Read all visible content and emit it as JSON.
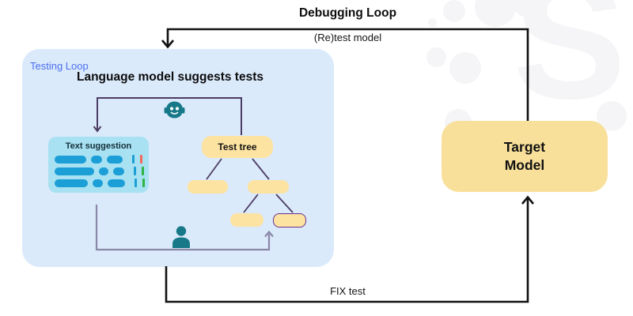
{
  "colors": {
    "accent_blue": "#4a6ff0",
    "loop_box_bg": "#dbeafb",
    "suggestion_bg": "#a8e1f2",
    "pill_blue": "#1b9fd6",
    "node_yellow": "#fce3a2",
    "target_yellow": "#f9e09a",
    "line_black": "#111111",
    "line_purple_dark": "#4b3c63",
    "line_purple_gray": "#8a87a8",
    "node_outline_purple": "#6b2e8f",
    "icon_teal": "#177988",
    "bar_red": "#f2695c",
    "bar_green": "#2fb344",
    "watermark": "#f5f5f7"
  },
  "watermark": {
    "letter": "S"
  },
  "debugging_loop": {
    "title": "Debugging Loop",
    "edge_label": "(Re)test model"
  },
  "fix_loop": {
    "edge_label": "FIX test"
  },
  "target_model": {
    "label": "Target Model"
  },
  "testing_loop": {
    "label": "Testing Loop",
    "heading": "Language model suggests tests",
    "icons": [
      "robot-icon",
      "person-icon"
    ],
    "text_suggestion": {
      "title": "Text suggestion",
      "rows": [
        {
          "pills": [
            40,
            14,
            20
          ],
          "marker": "red"
        },
        {
          "pills": [
            50,
            12,
            14
          ],
          "marker": "green"
        },
        {
          "pills": [
            42,
            13,
            22
          ],
          "marker": "green"
        }
      ]
    },
    "test_tree": {
      "label": "Test tree"
    }
  }
}
